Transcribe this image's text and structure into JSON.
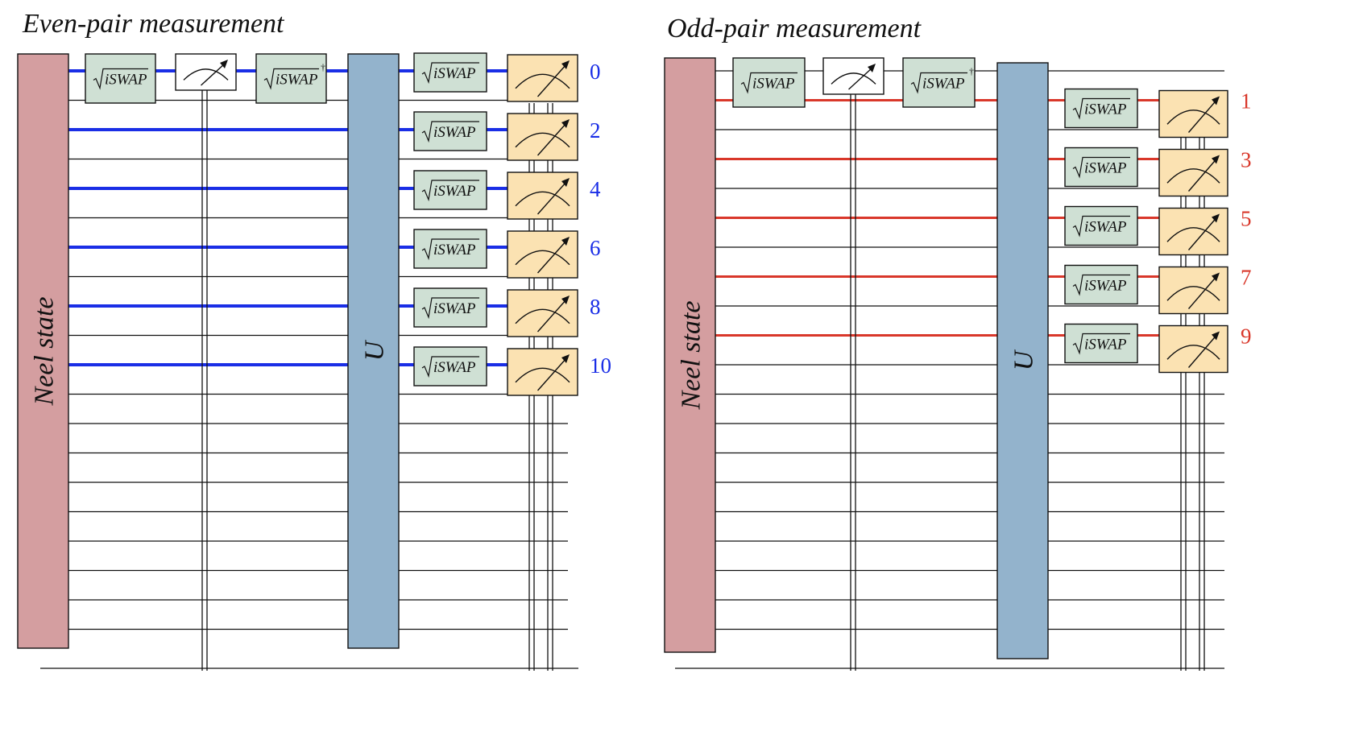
{
  "panels": [
    {
      "title": "Even-pair measurement",
      "prep_label": "Neel state",
      "unitary_label": "U",
      "gate_label": "iSWAP",
      "gate_dagger": "†",
      "accent_color": "#1a2ee6",
      "pair_indices": [
        "0",
        "2",
        "4",
        "6",
        "8",
        "10"
      ]
    },
    {
      "title": "Odd-pair measurement",
      "prep_label": "Neel state",
      "unitary_label": "U",
      "gate_label": "iSWAP",
      "gate_dagger": "†",
      "accent_color": "#d9372a",
      "pair_indices": [
        "1",
        "3",
        "5",
        "7",
        "9"
      ]
    }
  ],
  "colors": {
    "neel_block": "#d49ea0",
    "unitary_block": "#93b3cc",
    "gate_fill": "#cfe0d4",
    "meter_fill": "#fbe2b2",
    "wire": "#000000"
  }
}
